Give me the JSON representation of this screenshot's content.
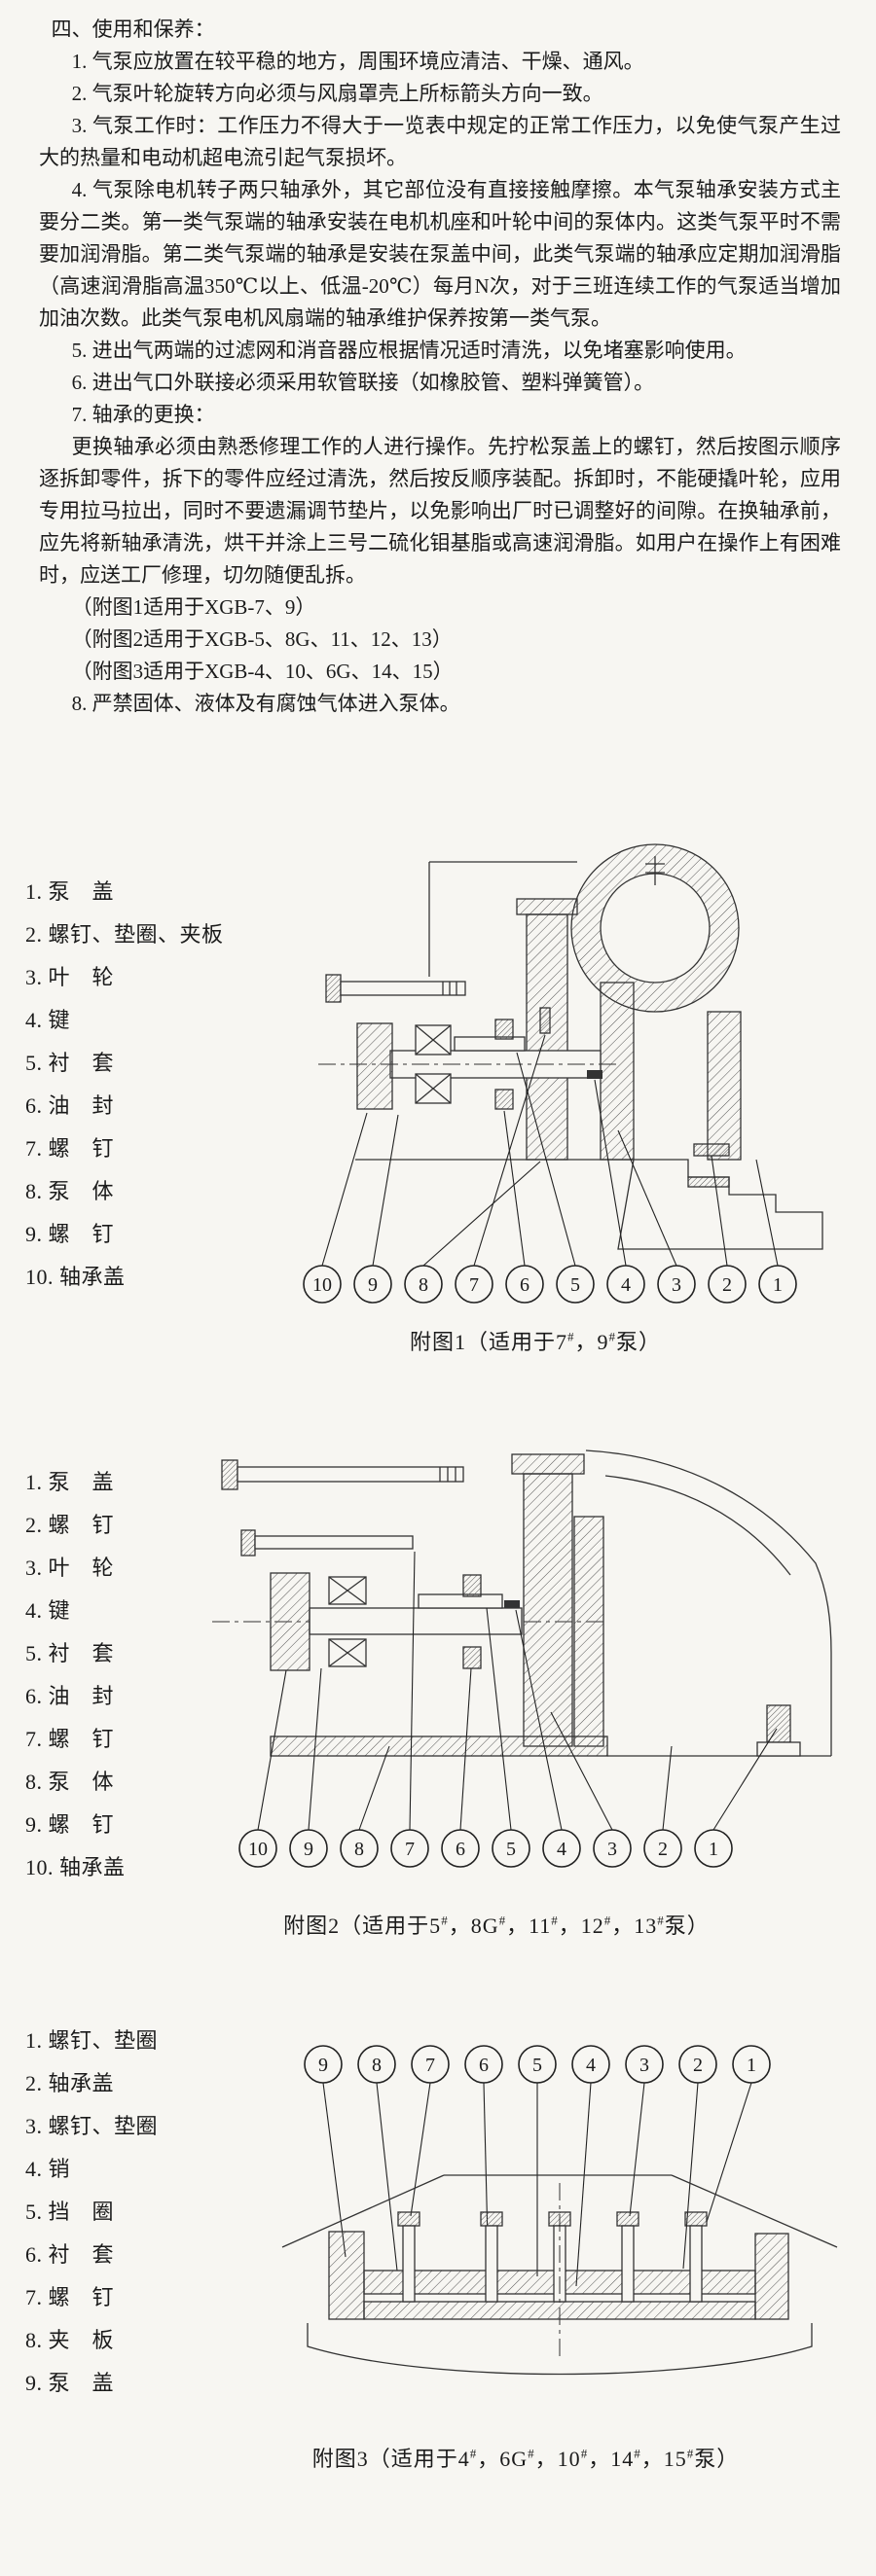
{
  "colors": {
    "paper": "#f7f6f2",
    "ink": "#1b1b1b",
    "line": "#333333"
  },
  "doc": {
    "heading": "四、使用和保养：",
    "paragraphs": [
      "1. 气泵应放置在较平稳的地方，周围环境应清洁、干燥、通风。",
      "2. 气泵叶轮旋转方向必须与风扇罩壳上所标箭头方向一致。",
      "3. 气泵工作时：工作压力不得大于一览表中规定的正常工作压力，以免使气泵产生过大的热量和电动机超电流引起气泵损坏。",
      "4. 气泵除电机转子两只轴承外，其它部位没有直接接触摩擦。本气泵轴承安装方式主要分二类。第一类气泵端的轴承安装在电机机座和叶轮中间的泵体内。这类气泵平时不需要加润滑脂。第二类气泵端的轴承是安装在泵盖中间，此类气泵端的轴承应定期加润滑脂（高速润滑脂高温350℃以上、低温-20℃）每月N次，对于三班连续工作的气泵适当增加加油次数。此类气泵电机风扇端的轴承维护保养按第一类气泵。",
      "5. 进出气两端的过滤网和消音器应根据情况适时清洗，以免堵塞影响使用。",
      "6. 进出气口外联接必须采用软管联接（如橡胶管、塑料弹簧管）。",
      "7. 轴承的更换：",
      "更换轴承必须由熟悉修理工作的人进行操作。先拧松泵盖上的螺钉，然后按图示顺序逐拆卸零件，拆下的零件应经过清洗，然后按反顺序装配。拆卸时，不能硬撬叶轮，应用专用拉马拉出，同时不要遗漏调节垫片，以免影响出厂时已调整好的间隙。在换轴承前，应先将新轴承清洗，烘干并涂上三号二硫化钼基脂或高速润滑脂。如用户在操作上有困难时，应送工厂修理，切勿随便乱拆。",
      "（附图1适用于XGB-7、9）",
      "（附图2适用于XGB-5、8G、11、12、13）",
      "（附图3适用于XGB-4、10、6G、14、15）",
      "8. 严禁固体、液体及有腐蚀气体进入泵体。"
    ]
  },
  "figure1": {
    "parts": [
      "1. 泵　盖",
      "2. 螺钉、垫圈、夹板",
      "3. 叶　轮",
      "4. 键",
      "5. 衬　套",
      "6. 油　封",
      "7. 螺　钉",
      "8. 泵　体",
      "9. 螺　钉",
      "10. 轴承盖"
    ],
    "callouts": [
      "10",
      "9",
      "8",
      "7",
      "6",
      "5",
      "4",
      "3",
      "2",
      "1"
    ],
    "caption": [
      {
        "t": "附图1（适用于7"
      },
      {
        "t": "#",
        "sup": true
      },
      {
        "t": "，9"
      },
      {
        "t": "#",
        "sup": true
      },
      {
        "t": "泵）"
      }
    ]
  },
  "figure2": {
    "parts": [
      "1. 泵　盖",
      "2. 螺　钉",
      "3. 叶　轮",
      "4. 键",
      "5. 衬　套",
      "6. 油　封",
      "7. 螺　钉",
      "8. 泵　体",
      "9. 螺　钉",
      "10. 轴承盖"
    ],
    "callouts": [
      "10",
      "9",
      "8",
      "7",
      "6",
      "5",
      "4",
      "3",
      "2",
      "1"
    ],
    "caption": [
      {
        "t": "附图2（适用于5"
      },
      {
        "t": "#",
        "sup": true
      },
      {
        "t": "，8G"
      },
      {
        "t": "#",
        "sup": true
      },
      {
        "t": "，11"
      },
      {
        "t": "#",
        "sup": true
      },
      {
        "t": "，12"
      },
      {
        "t": "#",
        "sup": true
      },
      {
        "t": "，13"
      },
      {
        "t": "#",
        "sup": true
      },
      {
        "t": "泵）"
      }
    ]
  },
  "figure3": {
    "parts": [
      "1. 螺钉、垫圈",
      "2. 轴承盖",
      "3. 螺钉、垫圈",
      "4. 销",
      "5. 挡　圈",
      "6. 衬　套",
      "7. 螺　钉",
      "8. 夹　板",
      "9. 泵　盖"
    ],
    "callouts": [
      "9",
      "8",
      "7",
      "6",
      "5",
      "4",
      "3",
      "2",
      "1"
    ],
    "caption": [
      {
        "t": "附图3（适用于4"
      },
      {
        "t": "#",
        "sup": true
      },
      {
        "t": "，6G"
      },
      {
        "t": "#",
        "sup": true
      },
      {
        "t": "，10"
      },
      {
        "t": "#",
        "sup": true
      },
      {
        "t": "，14"
      },
      {
        "t": "#",
        "sup": true
      },
      {
        "t": "，15"
      },
      {
        "t": "#",
        "sup": true
      },
      {
        "t": "泵）"
      }
    ]
  }
}
